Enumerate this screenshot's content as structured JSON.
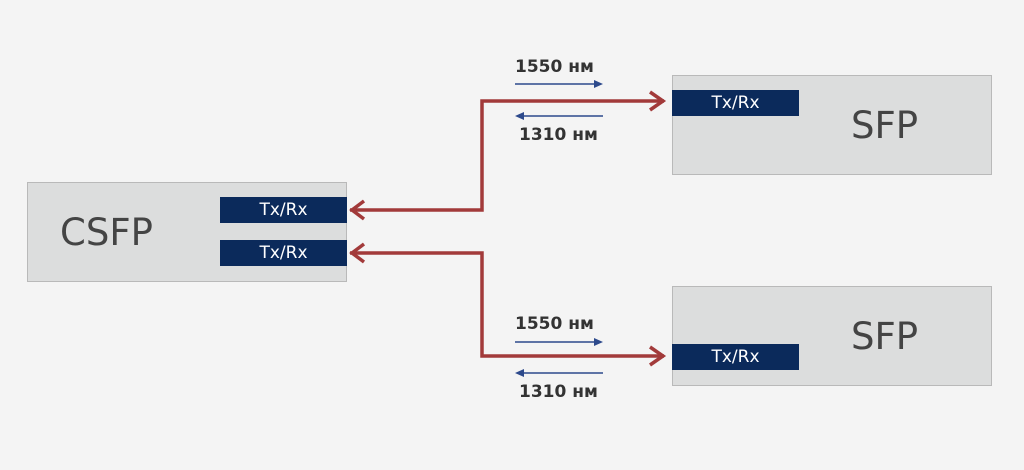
{
  "diagram": {
    "csfp": {
      "label": "CSFP",
      "ports": [
        "Tx/Rx",
        "Tx/Rx"
      ]
    },
    "sfp_top": {
      "label": "SFP",
      "port": "Tx/Rx",
      "tx_wavelength": "1550 нм",
      "rx_wavelength": "1310 нм"
    },
    "sfp_bottom": {
      "label": "SFP",
      "port": "Tx/Rx",
      "tx_wavelength": "1550 нм",
      "rx_wavelength": "1310 нм"
    },
    "colors": {
      "link": "#a23a3a",
      "wavelength_arrow": "#2d4a8c",
      "port_fill": "#0b2a5b",
      "module_fill": "#dcdddd"
    }
  }
}
